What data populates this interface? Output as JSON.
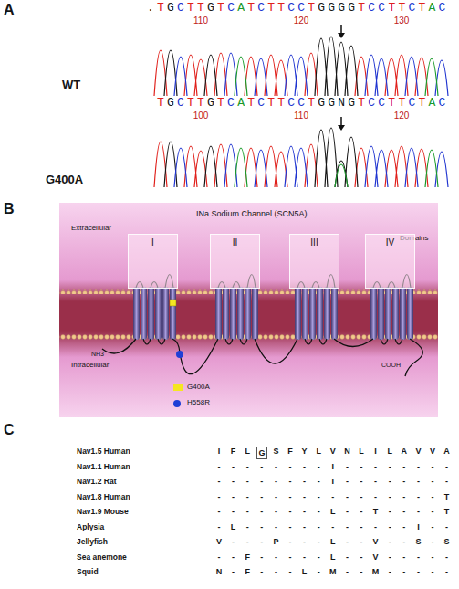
{
  "diagram": {
    "nodes": [
      {
        "text": [
          "I"
        ]
      },
      {
        "text": [
          "II"
        ]
      },
      {
        "text": [
          "III"
        ]
      },
      {
        "text": [
          "IV"
        ]
      },
      {
        "text": [
          "G"
        ]
      }
    ],
    "labels": [
      "A",
      ".TGCTTGTCATCTTCCTGGGGTCCTTCTAC",
      "110",
      "120",
      "130",
      "WT",
      "TGCTTGTCATCTTCCTGGNGTCCTTCTAC",
      "100",
      "110",
      "120",
      "G400A",
      "B",
      "INa Sodium Channel (SCN5A)",
      "Extracellular",
      "Domains",
      "NH3",
      "Intracellular",
      "COOH",
      "C",
      "Nav1.5 Human",
      "I",
      "F",
      "L",
      "S",
      "F",
      "Y",
      "L",
      "V",
      "N",
      "L",
      "I",
      "L",
      "A",
      "V",
      "V",
      "A",
      "Nav1.1 Human",
      "-",
      "-",
      "-",
      "-",
      "-",
      "-",
      "-",
      "-",
      "I",
      "-",
      "-",
      "-",
      "-",
      "-",
      "-",
      "-",
      "-",
      "Nav1.2 Rat",
      "-",
      "-",
      "-",
      "-",
      "-",
      "-",
      "-",
      "-",
      "I",
      "-",
      "-",
      "-",
      "-",
      "-",
      "-",
      "-",
      "-",
      "Nav1.8 Human",
      "-",
      "-",
      "-",
      "-",
      "-",
      "-",
      "-",
      "-",
      "-",
      "-",
      "-",
      "-",
      "-",
      "-",
      "-",
      "-",
      "T",
      "Nav1.9 Mouse",
      "-",
      "-",
      "-",
      "-",
      "-",
      "-",
      "-",
      "-",
      "L",
      "-",
      "-",
      "T",
      "-",
      "-",
      "-",
      "-",
      "T",
      "Aplysia",
      "-",
      "L",
      "-",
      "-",
      "-",
      "-",
      "-",
      "-",
      "-",
      "-",
      "-",
      "-",
      "-",
      "-",
      "I",
      "-",
      "-",
      "Jellyfish",
      "V",
      "-",
      "-",
      "-",
      "P",
      "-",
      "-",
      "-",
      "L",
      "-",
      "-",
      "V",
      "-",
      "-",
      "S",
      "-",
      "S",
      "Sea anemone",
      "-",
      "-",
      "F",
      "-",
      "-",
      "-",
      "-",
      "-",
      "L",
      "-",
      "-",
      "V",
      "-",
      "-",
      "-",
      "-",
      "-",
      "Squid",
      "N",
      "-",
      "F",
      "-",
      "-",
      "-",
      "L",
      "-",
      "M",
      "-",
      "-",
      "M",
      "-",
      "-",
      "-",
      "-",
      "-"
    ],
    "legend": [
      {
        "text": "G400A",
        "color": "#f5e621"
      },
      {
        "text": "H558R",
        "color": "#1f3fd6"
      }
    ]
  }
}
